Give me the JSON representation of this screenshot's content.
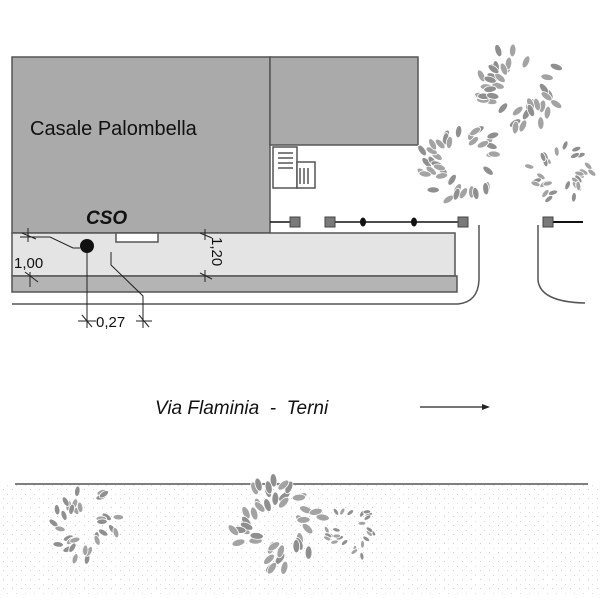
{
  "building": {
    "name": "Casale Palombella"
  },
  "marker": {
    "label": "CSO"
  },
  "dimensions": {
    "left_width": "1,00",
    "sidewalk_width": "1,20",
    "offset": "0,27"
  },
  "street": {
    "name": "Via Flaminia  -  Terni",
    "direction_arrow": "arrow-right-icon"
  },
  "colors": {
    "building": "#aaaaaa",
    "sidewalk": "#e4e4e4",
    "curb": "#b4b4b4",
    "tree": "#8f8f8f",
    "post": "#7a7a7a"
  }
}
